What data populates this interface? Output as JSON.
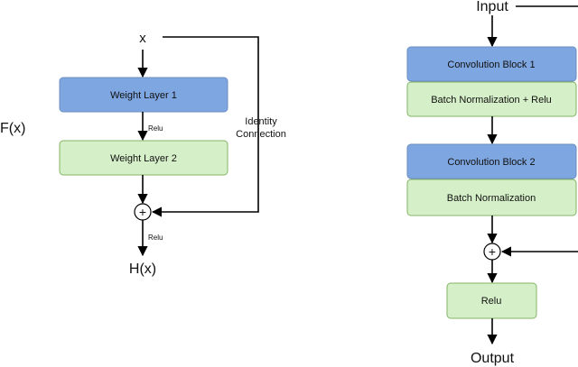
{
  "left_diagram": {
    "input_label": "x",
    "function_label": "F(x)",
    "layer1_label": "Weight Layer 1",
    "layer2_label": "Weight Layer 2",
    "activation_label_1": "Relu",
    "activation_label_2": "Relu",
    "identity_label_line1": "Identity",
    "identity_label_line2": "Connection",
    "add_symbol": "+",
    "output_label": "H(x)",
    "colors": {
      "blue_box": "#7ea6e0",
      "green_box": "#d5f0c8"
    }
  },
  "right_diagram": {
    "input_label": "Input",
    "conv1_label": "Convolution Block 1",
    "bn1_label": "Batch Normalization + Relu",
    "conv2_label": "Convolution Block 2",
    "bn2_label": "Batch Normalization",
    "add_symbol": "+",
    "relu_label": "Relu",
    "output_label": "Output"
  }
}
